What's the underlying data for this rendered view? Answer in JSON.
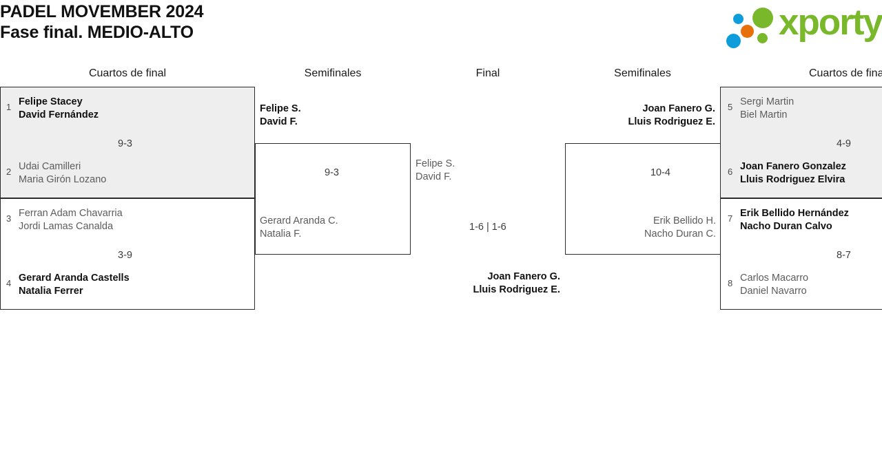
{
  "header": {
    "title_line1": "PADEL MOVEMBER 2024",
    "title_line2": "Fase final. MEDIO-ALTO",
    "logo_word": "xporty",
    "logo_colors": {
      "green": "#7ab82b",
      "blue": "#0d9ddb",
      "orange": "#e8700a"
    }
  },
  "rounds": {
    "qf_left_label": "Cuartos de final",
    "sf_left_label": "Semifinales",
    "final_label": "Final",
    "sf_right_label": "Semifinales",
    "qf_right_label": "Cuartos de final"
  },
  "bracket": {
    "qf_left": [
      {
        "seed_top": "1",
        "top_p1": "Felipe Stacey",
        "top_p2": "David Fernández",
        "top_winner": true,
        "seed_bottom": "2",
        "bottom_p1": "Udai Camilleri",
        "bottom_p2": "Maria Girón Lozano",
        "bottom_winner": false,
        "score": "9-3"
      },
      {
        "seed_top": "3",
        "top_p1": "Ferran Adam Chavarria",
        "top_p2": "Jordi Lamas Canalda",
        "top_winner": false,
        "seed_bottom": "4",
        "bottom_p1": "Gerard Aranda Castells",
        "bottom_p2": "Natalia Ferrer",
        "bottom_winner": true,
        "score": "3-9"
      }
    ],
    "sf_left": {
      "top_p1": "Felipe S.",
      "top_p2": "David F.",
      "top_winner": true,
      "bottom_p1": "Gerard Aranda C.",
      "bottom_p2": "Natalia F.",
      "bottom_winner": false,
      "score": "9-3"
    },
    "final": {
      "left_p1": "Felipe S.",
      "left_p2": "David F.",
      "left_winner": false,
      "right_p1": "Joan Fanero G.",
      "right_p2": "Lluis Rodriguez E.",
      "right_winner": true,
      "score": "1-6 | 1-6"
    },
    "sf_right": {
      "top_p1": "Joan Fanero G.",
      "top_p2": "Lluis Rodriguez E.",
      "top_winner": true,
      "bottom_p1": "Erik Bellido H.",
      "bottom_p2": "Nacho Duran C.",
      "bottom_winner": false,
      "score": "10-4"
    },
    "qf_right": [
      {
        "seed_top": "5",
        "top_p1": "Sergi Martin",
        "top_p2": "Biel Martin",
        "top_winner": false,
        "seed_bottom": "6",
        "bottom_p1": "Joan Fanero Gonzalez",
        "bottom_p2": "Lluis Rodriguez Elvira",
        "bottom_winner": true,
        "score": "4-9"
      },
      {
        "seed_top": "7",
        "top_p1": "Erik Bellido Hernández",
        "top_p2": "Nacho Duran Calvo",
        "top_winner": true,
        "seed_bottom": "8",
        "bottom_p1": "Carlos Macarro",
        "bottom_p2": "Daniel Navarro",
        "bottom_winner": false,
        "score": "8-7"
      }
    ]
  }
}
